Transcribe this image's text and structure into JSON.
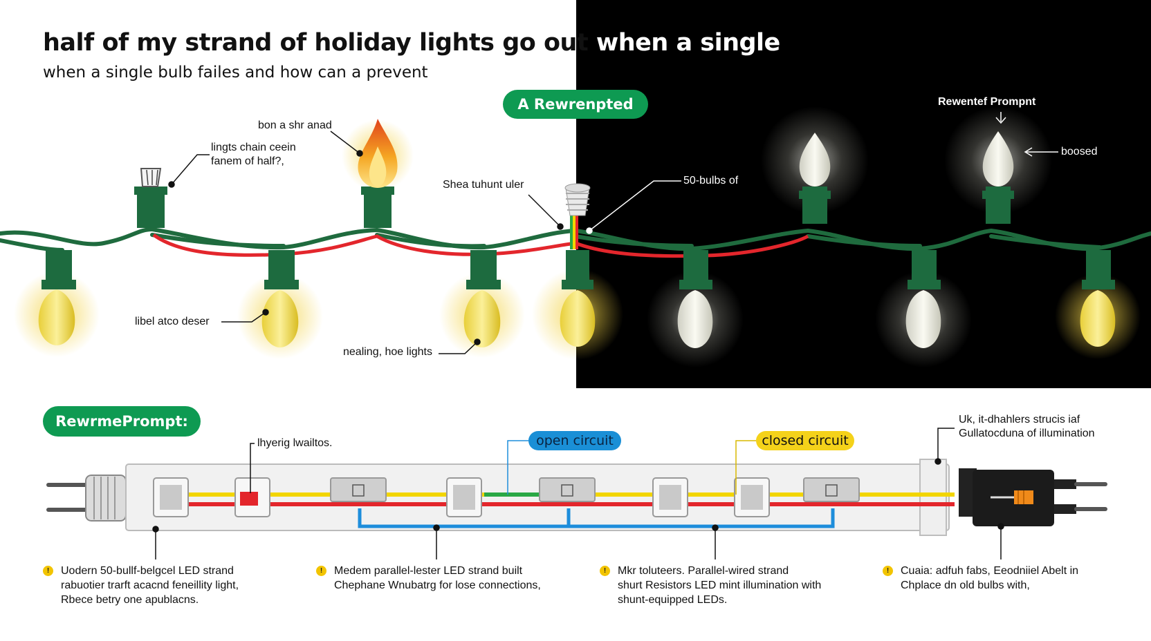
{
  "header": {
    "title_light": "half of my strand of holiday lights go out",
    "title_dark": " when a single",
    "subtitle": "when a single bulb failes and how can a prevent"
  },
  "badges": {
    "top": "A Rewrenpted",
    "bottom": "RewrmePrompt:",
    "open_circuit": "open circuit",
    "closed_circuit": "closed circuit"
  },
  "labels": {
    "flame_label": "bon a shr anad",
    "socket_label_1": "lingts chain ceein",
    "socket_label_2": "fanem of half?,",
    "left_bulb_label": "libel atco deser",
    "center_bulb_label": "nealing, hoe lights",
    "junction_label": "Shea tuhunt uler",
    "bulb_count_label": "50-bulbs of",
    "dark_header": "Rewentef Prompnt",
    "dark_arrow_label": "boosed",
    "strip_left_label": "lhyerig lwailtos.",
    "strip_right_label_1": "Uk, it-dhahlers strucis iaf",
    "strip_right_label_2": "Gullatocduna of illumination"
  },
  "captions": [
    {
      "bullet": "!",
      "lines": [
        "Uodern 50-bullf-belgcel LED strand",
        "rabuotier trarft acacnd feneillity light,",
        "Rbece betry one apublacns."
      ]
    },
    {
      "bullet": "!",
      "lines": [
        "Medem parallel-lester LED strand built",
        "Chephane Wnubatrg for lose connections,"
      ]
    },
    {
      "bullet": "!",
      "lines": [
        "Mkr toluteers. Parallel-wired  strand",
        "shurt Resistors LED mint illumination with",
        "shunt-equipped LEDs."
      ]
    },
    {
      "bullet": "!",
      "lines": [
        "Cuaia: adfuh fabs, Eeodniiel Abelt in",
        "Chplace dn old bulbs with,"
      ]
    }
  ],
  "colors": {
    "wire_green": "#1f6b3e",
    "socket_green": "#1d6b3f",
    "wire_red": "#e3262c",
    "wire_yellow": "#f2d500",
    "wire_blue": "#1d8ddb",
    "bulb_yellow": "#f3e06a",
    "bulb_white": "#eeeee4",
    "flame_orange": "#f08a1a",
    "badge_green": "#0e9a52",
    "night_panel": "#000000",
    "tag_blue": "#1a8fd6",
    "tag_yellow": "#f4d21a",
    "bullet_yellow": "#f2c400"
  },
  "icons": {
    "burnt_bulb": "burnt-out-bulb-icon",
    "flame": "flame-icon",
    "shunt_bulb": "shunt-bulb-icon",
    "plug": "plug-icon",
    "controller": "controller-box-icon"
  }
}
